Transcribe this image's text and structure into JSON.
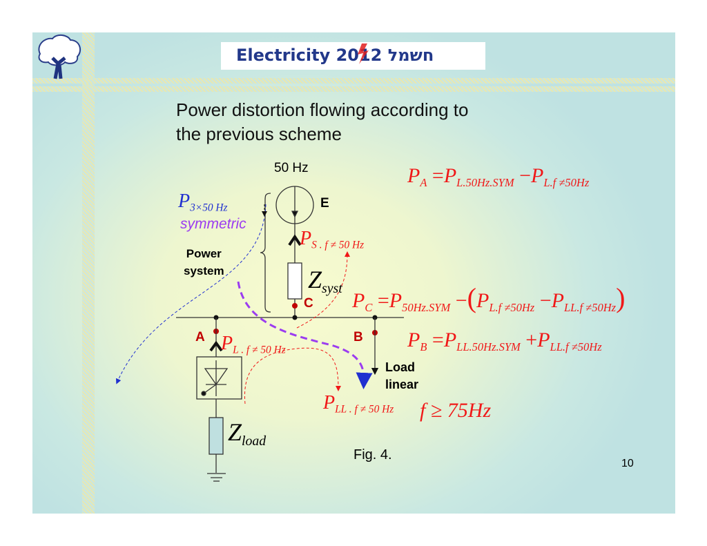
{
  "logo": {
    "text": "Electricity 2012 חשמל",
    "colors": {
      "text": "#22388a",
      "bolt": "#e02020"
    }
  },
  "title": {
    "line1": "Power distortion flowing according to",
    "line2": "the previous scheme"
  },
  "diagram": {
    "source_freq": "50 Hz",
    "source_label": "E",
    "node_a": "A",
    "node_b": "B",
    "node_c": "C",
    "p_3x50": {
      "main": "P",
      "sub": "3×50 Hz"
    },
    "symmetric": "symmetric",
    "power_system": [
      "Power",
      "system"
    ],
    "p_s": {
      "main": "P",
      "sub": "S . f ≠ 50 Hz"
    },
    "z_syst": {
      "main": "Z",
      "sub": "syst"
    },
    "p_l": {
      "main": "P",
      "sub": "L . f ≠ 50 Hz"
    },
    "p_ll": {
      "main": "P",
      "sub": "LL . f ≠ 50 Hz"
    },
    "z_load": {
      "main": "Z",
      "sub": "load"
    },
    "load_linear": [
      "Load",
      "linear"
    ],
    "caption": "Fig. 4."
  },
  "equations": {
    "pa": {
      "lhs": "P",
      "lhs_sub": "A",
      "t1": "P",
      "t1_sub": "L.50Hz.SYM",
      "op": "−",
      "t2": "P",
      "t2_sub": "L.f ≠50Hz"
    },
    "pc": {
      "lhs": "P",
      "lhs_sub": "C",
      "t1": "P",
      "t1_sub": "50Hz.SYM",
      "op": "−",
      "t2": "P",
      "t2_sub": "L.f ≠50Hz",
      "op2": "−",
      "t3": "P",
      "t3_sub": "LL.f ≠50Hz"
    },
    "pb": {
      "lhs": "P",
      "lhs_sub": "B",
      "t1": "P",
      "t1_sub": "LL.50Hz.SYM",
      "op": "+",
      "t2": "P",
      "t2_sub": "LL.f ≠50Hz"
    },
    "freq": "f ≥ 75Hz"
  },
  "page_number": "10",
  "colors": {
    "red": "#f01818",
    "blue": "#2030d0",
    "purple": "#9b3cf0",
    "node_red": "#c00000"
  }
}
